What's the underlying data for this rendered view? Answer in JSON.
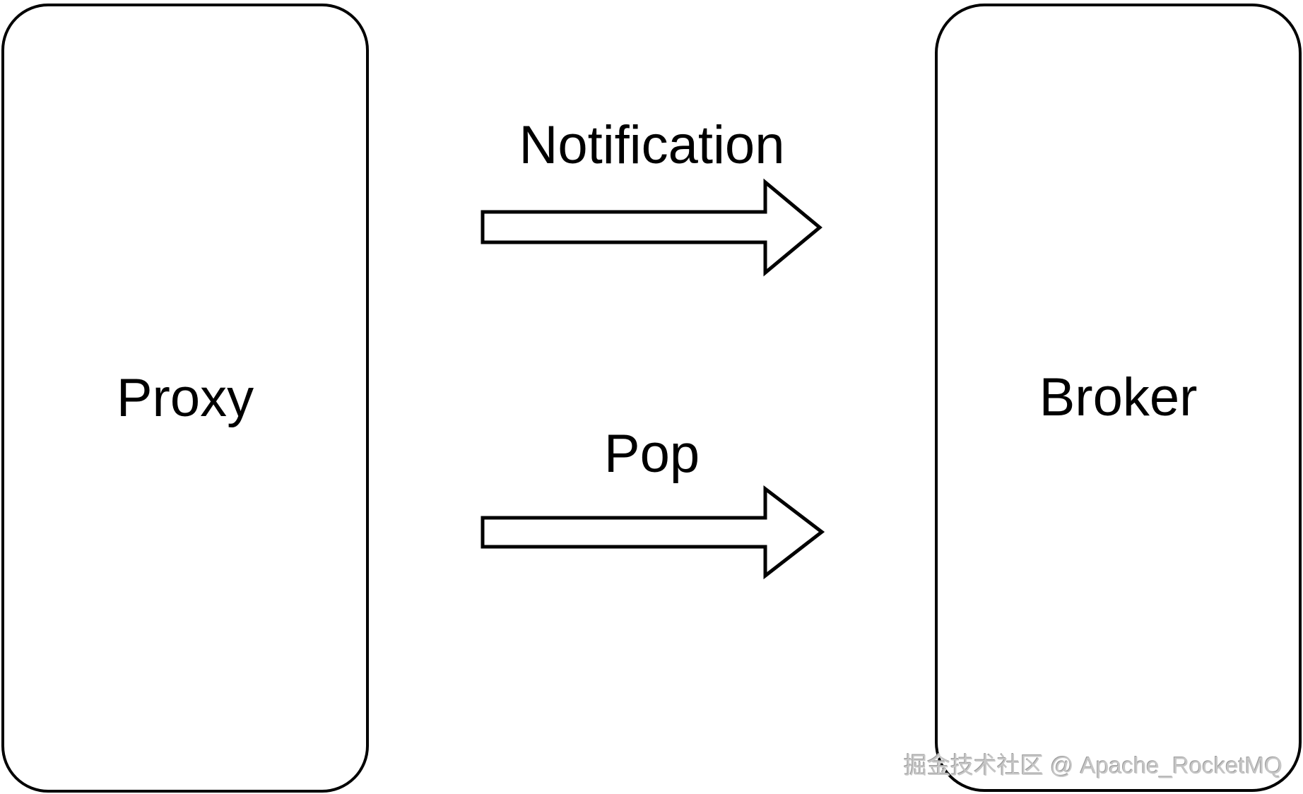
{
  "diagram": {
    "nodes": {
      "proxy": {
        "label": "Proxy"
      },
      "broker": {
        "label": "Broker"
      }
    },
    "arrows": {
      "notification": {
        "label": "Notification",
        "from": "Proxy",
        "to": "Broker",
        "direction": "right"
      },
      "pop": {
        "label": "Pop",
        "from": "Proxy",
        "to": "Broker",
        "direction": "right"
      }
    },
    "colors": {
      "background": "#ffffff",
      "stroke": "#000000",
      "node_fill": "#ffffff",
      "watermark_text": "#c6c6c6"
    }
  },
  "watermark": {
    "text": "掘金技术社区 @ Apache_RocketMQ"
  }
}
